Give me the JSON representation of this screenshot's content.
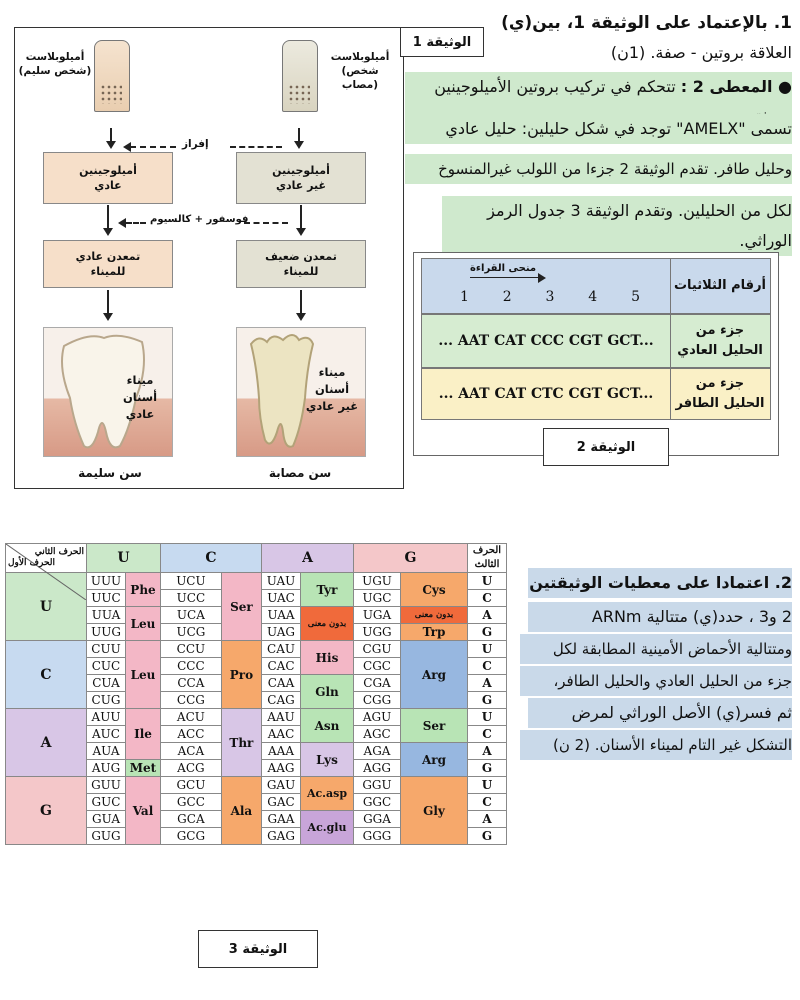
{
  "q1": {
    "line1": "1. بالإعتماد على الوثيقة 1، بين(ي)",
    "line2": "العلاقة بروتين - صفة. (1ن)",
    "given_label": "● المعطى 2 :",
    "line3": "تتحكم في تركيب بروتين الأميلوجينين مورثة",
    "line4": "تسمى \"AMELX\" توجد في شكل حليلين: حليل عادي",
    "line5": "وحليل طافر. تقدم الوثيقة 2 جزءا من اللولب غيرالمنسوخ",
    "line6": "لكل من الحليلين. وتقدم الوثيقة 3 جدول الرمز الوراثي."
  },
  "doc1": {
    "label": "الوثيقة 1",
    "cell_normal": [
      "أميلوبلاست",
      "(شخص سليم)"
    ],
    "cell_sick": [
      "أميلوبلاست",
      "(شخص مصاب)"
    ],
    "secretion": "إفراز",
    "prot_normal": [
      "أميلوجينين",
      "عادي"
    ],
    "prot_sick": [
      "أميلوجينين",
      "غير عادي"
    ],
    "minerals": "فوسفور + كالسيوم",
    "miner_normal": [
      "تمعدن عادي",
      "للميناء"
    ],
    "miner_sick": [
      "تمعدن ضعيف",
      "للميناء"
    ],
    "enamel_normal": [
      "ميناء أسنان",
      "عادي"
    ],
    "enamel_sick": [
      "ميناء أسنان",
      "غير عادي"
    ],
    "tooth_normal": "سن سليمة",
    "tooth_sick": "سن مصابة"
  },
  "doc2": {
    "label": "الوثيقة 2",
    "header_right": "أرقام الثلاثيات",
    "reading": "منحى القراءة",
    "numbers": [
      "1",
      "2",
      "3",
      "4",
      "5"
    ],
    "row1_label": [
      "جزء من",
      "الحليل العادي"
    ],
    "row1_seq": "... AAT CAT CCC CGT GCT...",
    "row2_label": [
      "جزء من",
      "الحليل الطافر"
    ],
    "row2_seq": "... AAT CAT CTC CGT GCT..."
  },
  "q2": {
    "lines": [
      "2. اعتمادا على معطيات الوثيقتين",
      "2 و3 ، حدد(ي) متتالية ARNm",
      "ومتتالية الأحماض الأمينية المطابقة لكل",
      "جزء من الحليل العادي والحليل الطافر،",
      "ثم فسر(ي) الأصل الوراثي لمرض",
      "التشكل غير التام لميناء الأسنان. (2 ن)"
    ]
  },
  "doc3": {
    "label": "الوثيقة 3",
    "second_letter": "الحرف الثاني",
    "first_letter": "الحرف الأول",
    "third_letter": [
      "الحرف",
      "الثالث"
    ],
    "bases": [
      "U",
      "C",
      "A",
      "G"
    ],
    "stop": "بدون معنى",
    "codons": [
      [
        "UUU",
        "UCU",
        "UAU",
        "UGU"
      ],
      [
        "UUC",
        "UCC",
        "UAC",
        "UGC"
      ],
      [
        "UUA",
        "UCA",
        "UAA",
        "UGA"
      ],
      [
        "UUG",
        "UCG",
        "UAG",
        "UGG"
      ],
      [
        "CUU",
        "CCU",
        "CAU",
        "CGU"
      ],
      [
        "CUC",
        "CCC",
        "CAC",
        "CGC"
      ],
      [
        "CUA",
        "CCA",
        "CAA",
        "CGA"
      ],
      [
        "CUG",
        "CCG",
        "CAG",
        "CGG"
      ],
      [
        "AUU",
        "ACU",
        "AAU",
        "AGU"
      ],
      [
        "AUC",
        "ACC",
        "AAC",
        "AGC"
      ],
      [
        "AUA",
        "ACA",
        "AAA",
        "AGA"
      ],
      [
        "AUG",
        "ACG",
        "AAG",
        "AGG"
      ],
      [
        "GUU",
        "GCU",
        "GAU",
        "GGU"
      ],
      [
        "GUC",
        "GCC",
        "GAC",
        "GGC"
      ],
      [
        "GUA",
        "GCA",
        "GAA",
        "GGA"
      ],
      [
        "GUG",
        "GCG",
        "GAG",
        "GGG"
      ]
    ],
    "aa": {
      "Phe": "Phe",
      "Leu": "Leu",
      "Ser": "Ser",
      "Tyr": "Tyr",
      "Cys": "Cys",
      "Trp": "Trp",
      "Pro": "Pro",
      "His": "His",
      "Gln": "Gln",
      "Arg": "Arg",
      "Ile": "Ile",
      "Met": "Met",
      "Thr": "Thr",
      "Asn": "Asn",
      "Lys": "Lys",
      "Val": "Val",
      "Ala": "Ala",
      "Asp": "Ac.asp",
      "Glu": "Ac.glu",
      "Gly": "Gly"
    }
  }
}
